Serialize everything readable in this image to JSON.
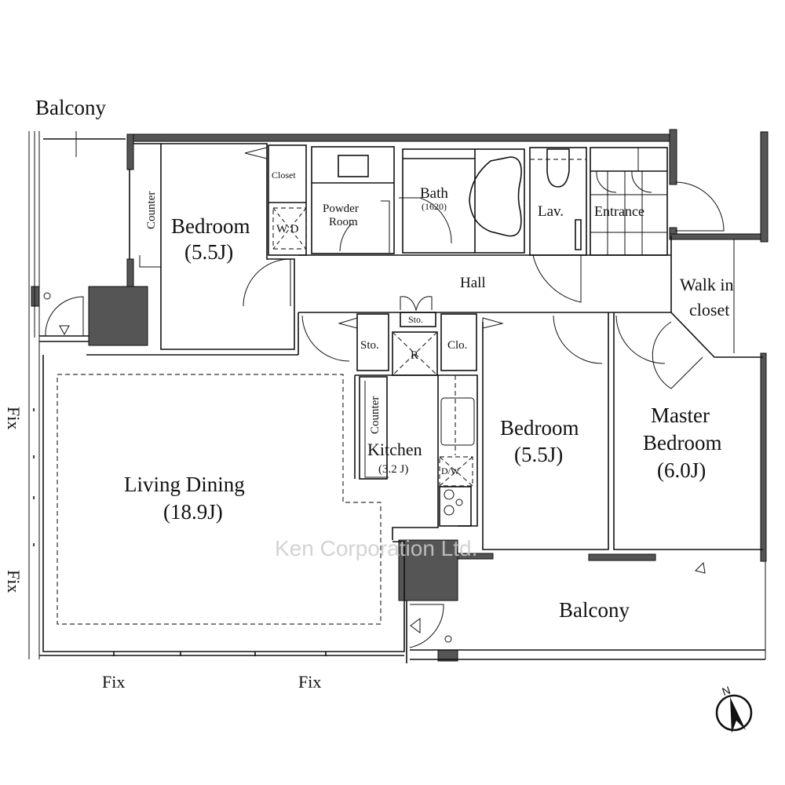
{
  "plan": {
    "rooms": {
      "balcony_top": "Balcony",
      "counter_left": "Counter",
      "bedroom1_name": "Bedroom",
      "bedroom1_size": "(5.5J)",
      "closet": "Closet",
      "wd": "W D",
      "powder1": "Powder",
      "powder2": "Room",
      "bath": "Bath",
      "bath_size": "(1620)",
      "lav": "Lav.",
      "entrance": "Entrance",
      "hall": "Hall",
      "walkin1": "Walk in",
      "walkin2": "closet",
      "sto_small": "Sto.",
      "sto": "Sto.",
      "refrigerator": "R",
      "clo": "Clo.",
      "counter_kitchen": "Counter",
      "kitchen_name": "Kitchen",
      "kitchen_size": "(3.2 J)",
      "dw": "D/W",
      "bedroom2_name": "Bedroom",
      "bedroom2_size": "(5.5J)",
      "master1": "Master",
      "master2": "Bedroom",
      "master_size": "(6.0J)",
      "living_name": "Living Dining",
      "living_size": "(18.9J)",
      "balcony_bottom": "Balcony"
    },
    "fix_labels": [
      "Fix",
      "Fix",
      "Fix",
      "Fix"
    ],
    "compass": "N",
    "watermark": "Ken Corporation Ltd."
  }
}
